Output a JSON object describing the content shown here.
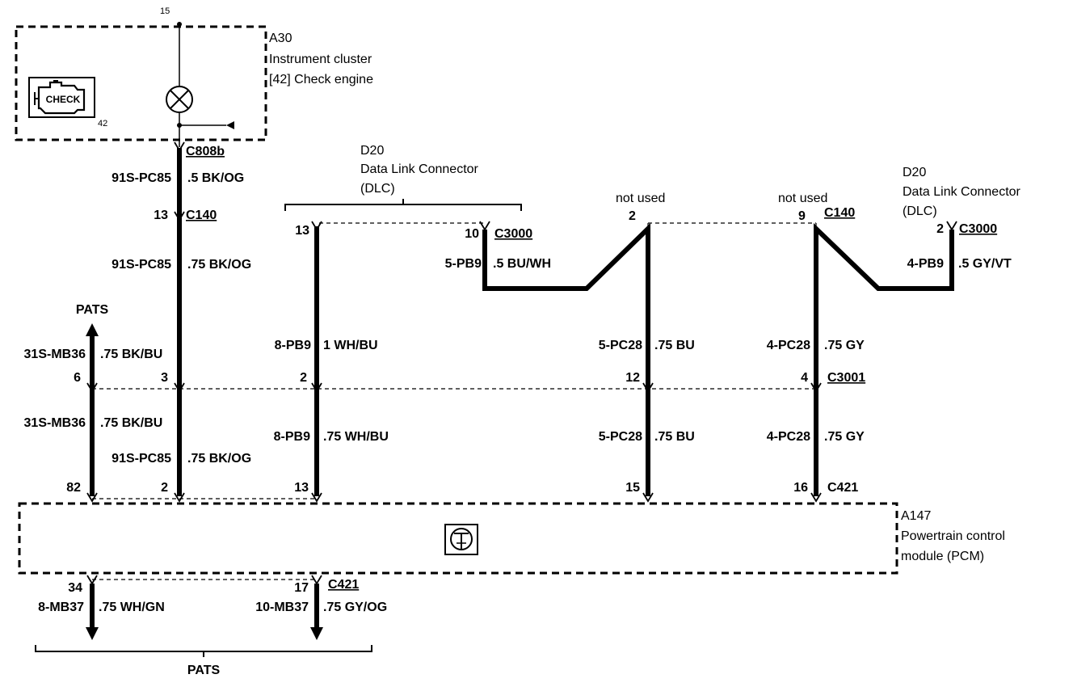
{
  "top_pin": "15",
  "a30": {
    "id": "A30",
    "name": "Instrument cluster",
    "desc": "[42] Check engine",
    "icon_text": "CHECK",
    "icon_pin": "42"
  },
  "c808b": {
    "connector": "C808b"
  },
  "w_91s_upper": {
    "circuit": "91S-PC85",
    "gauge": ".5 BK/OG"
  },
  "c140_a": {
    "pin": "13",
    "connector": "C140"
  },
  "w_91s_mid": {
    "circuit": "91S-PC85",
    "gauge": ".75 BK/OG"
  },
  "dlc_left": {
    "id": "D20",
    "name": "Data Link Connector",
    "abbr": "(DLC)"
  },
  "pin_13_top": "13",
  "c3000_a": {
    "pin": "10",
    "connector": "C3000"
  },
  "w_5pb9": {
    "circuit": "5-PB9",
    "gauge": ".5 BU/WH"
  },
  "not_used_a": {
    "label": "not used",
    "pin": "2"
  },
  "not_used_b": {
    "label": "not used",
    "pin": "9",
    "connector": "C140"
  },
  "dlc_right": {
    "id": "D20",
    "name": "Data Link Connector",
    "abbr": "(DLC)"
  },
  "c3000_b": {
    "pin": "2",
    "connector": "C3000"
  },
  "w_4pb9": {
    "circuit": "4-PB9",
    "gauge": ".5 GY/VT"
  },
  "pats_up": {
    "label": "PATS"
  },
  "w_31s_upper": {
    "circuit": "31S-MB36",
    "gauge": ".75 BK/BU"
  },
  "w_8pb9_upper": {
    "circuit": "8-PB9",
    "gauge": "1 WH/BU"
  },
  "w_5pc28_upper": {
    "circuit": "5-PC28",
    "gauge": ".75 BU"
  },
  "w_4pc28_upper": {
    "circuit": "4-PC28",
    "gauge": ".75 GY"
  },
  "c3001_row": {
    "pins": [
      "6",
      "3",
      "2",
      "12",
      "4"
    ],
    "connector": "C3001"
  },
  "w_31s_lower": {
    "circuit": "31S-MB36",
    "gauge": ".75 BK/BU"
  },
  "w_91s_lower": {
    "circuit": "91S-PC85",
    "gauge": ".75 BK/OG"
  },
  "w_8pb9_lower": {
    "circuit": "8-PB9",
    "gauge": ".75 WH/BU"
  },
  "w_5pc28_lower": {
    "circuit": "5-PC28",
    "gauge": ".75 BU"
  },
  "w_4pc28_lower": {
    "circuit": "4-PC28",
    "gauge": ".75 GY"
  },
  "c421_row": {
    "pins": [
      "82",
      "2",
      "13",
      "15",
      "16"
    ],
    "connector": "C421"
  },
  "a147": {
    "id": "A147",
    "name": "Powertrain control",
    "name2": "module (PCM)"
  },
  "bottom": {
    "pins": [
      "34",
      "17"
    ],
    "connector": "C421",
    "w1": {
      "circuit": "8-MB37",
      "gauge": ".75 WH/GN"
    },
    "w2": {
      "circuit": "10-MB37",
      "gauge": ".75 GY/OG"
    },
    "pats": "PATS"
  }
}
